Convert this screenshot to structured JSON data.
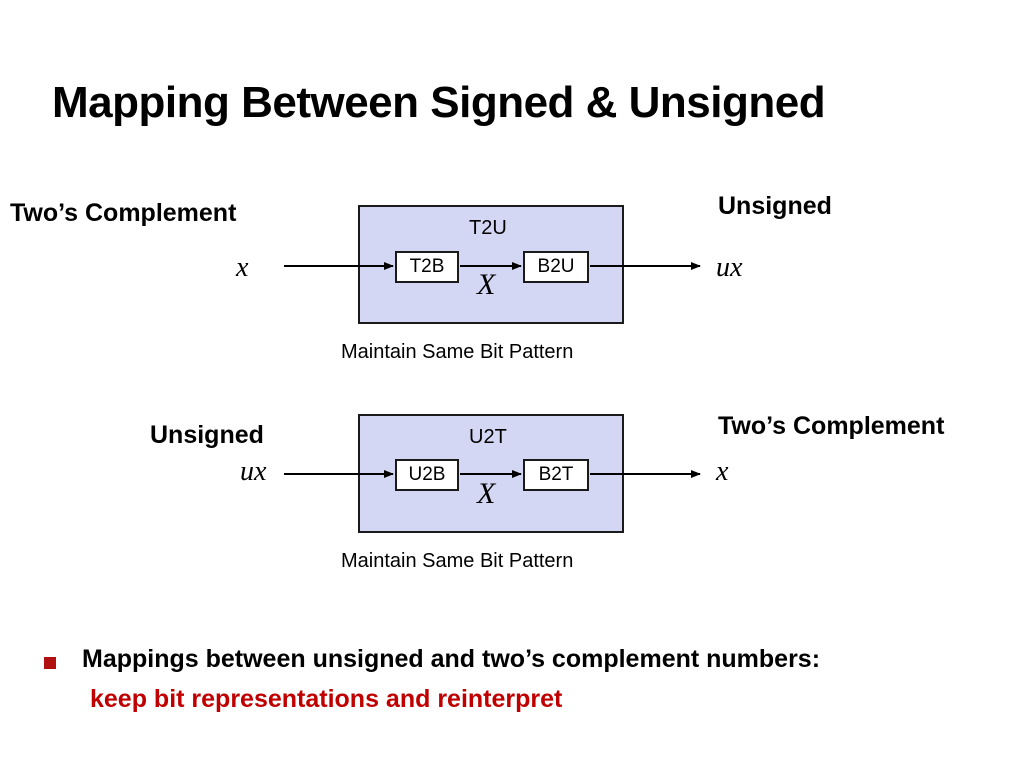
{
  "title": "Mapping Between Signed & Unsigned",
  "diagram_top": {
    "left_label": "Two’s Complement",
    "left_var": "x",
    "right_label": "Unsigned",
    "right_var": "ux",
    "box_label": "T2U",
    "inner_left": "T2B",
    "inner_right": "B2U",
    "middle_var": "X",
    "caption": "Maintain Same Bit Pattern"
  },
  "diagram_bottom": {
    "left_label": "Unsigned",
    "left_var": "ux",
    "right_label": "Two’s Complement",
    "right_var": "x",
    "box_label": "U2T",
    "inner_left": "U2B",
    "inner_right": "B2T",
    "middle_var": "X",
    "caption": "Maintain Same Bit Pattern"
  },
  "bullet": {
    "text": "Mappings between unsigned and two’s complement numbers:",
    "subtext": "keep bit representations and reinterpret"
  },
  "colors": {
    "box_fill": "#d4d7f4",
    "bullet_marker": "#b01010",
    "highlight_text": "#c00000"
  }
}
